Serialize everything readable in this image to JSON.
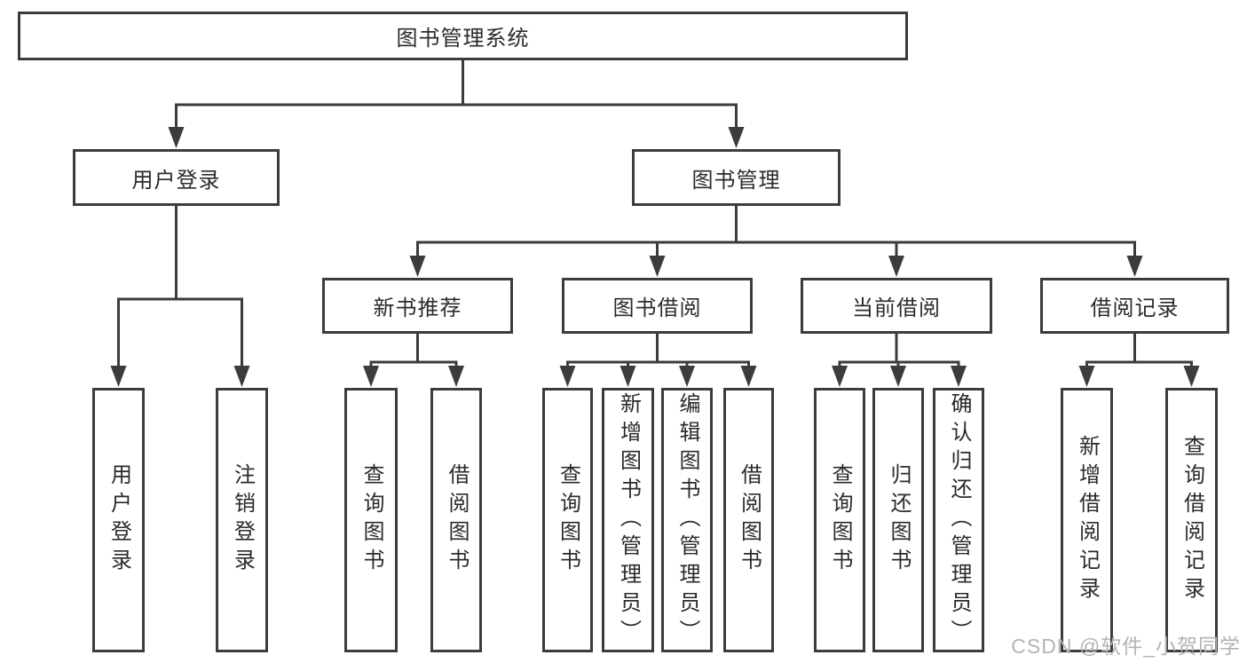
{
  "diagram": {
    "root": {
      "label": "图书管理系统"
    },
    "branches": {
      "user_login": {
        "label": "用户登录",
        "children": [
          "用户登录",
          "注销登录"
        ]
      },
      "book_management": {
        "label": "图书管理",
        "children": {
          "new_book_recommend": {
            "label": "新书推荐",
            "children": [
              "查询图书",
              "借阅图书"
            ]
          },
          "book_borrow": {
            "label": "图书借阅",
            "children": [
              "查询图书",
              "新增图书（管理员）",
              "编辑图书（管理员）",
              "借阅图书"
            ]
          },
          "current_borrow": {
            "label": "当前借阅",
            "children": [
              "查询图书",
              "归还图书",
              "确认归还（管理员）"
            ]
          },
          "borrow_records": {
            "label": "借阅记录",
            "children": [
              "新增借阅记录",
              "查询借阅记录"
            ]
          }
        }
      }
    }
  },
  "watermark": {
    "text": "CSDN @软件_小贺同学"
  },
  "colors": {
    "line": "#3c3c3c",
    "text": "#2b2b2b",
    "watermark": "#b4b4b4",
    "background": "#ffffff"
  }
}
